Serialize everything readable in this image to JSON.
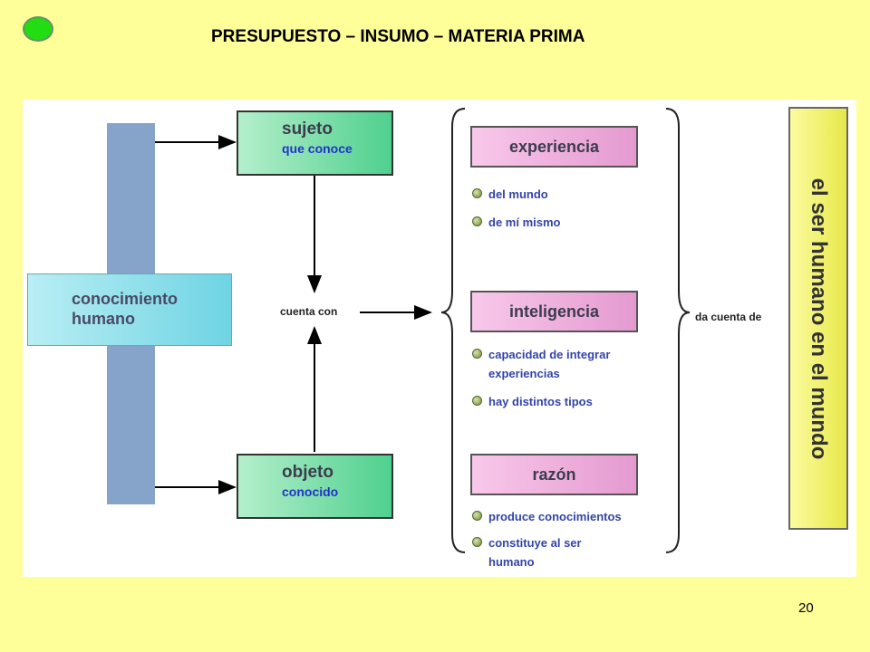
{
  "slide": {
    "title": "PRESUPUESTO – INSUMO – MATERIA PRIMA",
    "page_number": "20"
  },
  "diagram": {
    "conocimiento": {
      "line1": "conocimiento",
      "line2": "humano"
    },
    "sujeto": {
      "main": "sujeto",
      "sub": "que conoce"
    },
    "objeto": {
      "main": "objeto",
      "sub": "conocido"
    },
    "cuenta_con": "cuenta con",
    "da_cuenta_de": "da cuenta de",
    "experiencia": {
      "title": "experiencia",
      "items": [
        "del mundo",
        "de mí mismo"
      ]
    },
    "inteligencia": {
      "title": "inteligencia",
      "items": [
        "capacidad de integrar experiencias",
        "hay distintos tipos"
      ]
    },
    "razon": {
      "title": "razón",
      "items": [
        "produce conocimientos",
        "constituye al ser humano"
      ]
    },
    "resultado": "el ser humano en el mundo"
  },
  "colors": {
    "background": "#ffff99",
    "bar": "#86a3c9",
    "green_box": "#4fd08e",
    "pink_box": "#e49ad0",
    "cyan_box": "#6fd4e3",
    "yellow_box": "#e8e84a",
    "item_text": "#3344aa"
  }
}
